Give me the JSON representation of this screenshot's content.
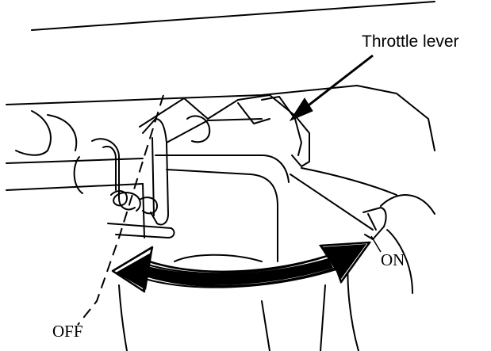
{
  "labels": {
    "throttle_lever": "Throttle lever",
    "on": "ON",
    "off": "OFF"
  },
  "colors": {
    "ink": "#000000",
    "paper": "#ffffff"
  }
}
